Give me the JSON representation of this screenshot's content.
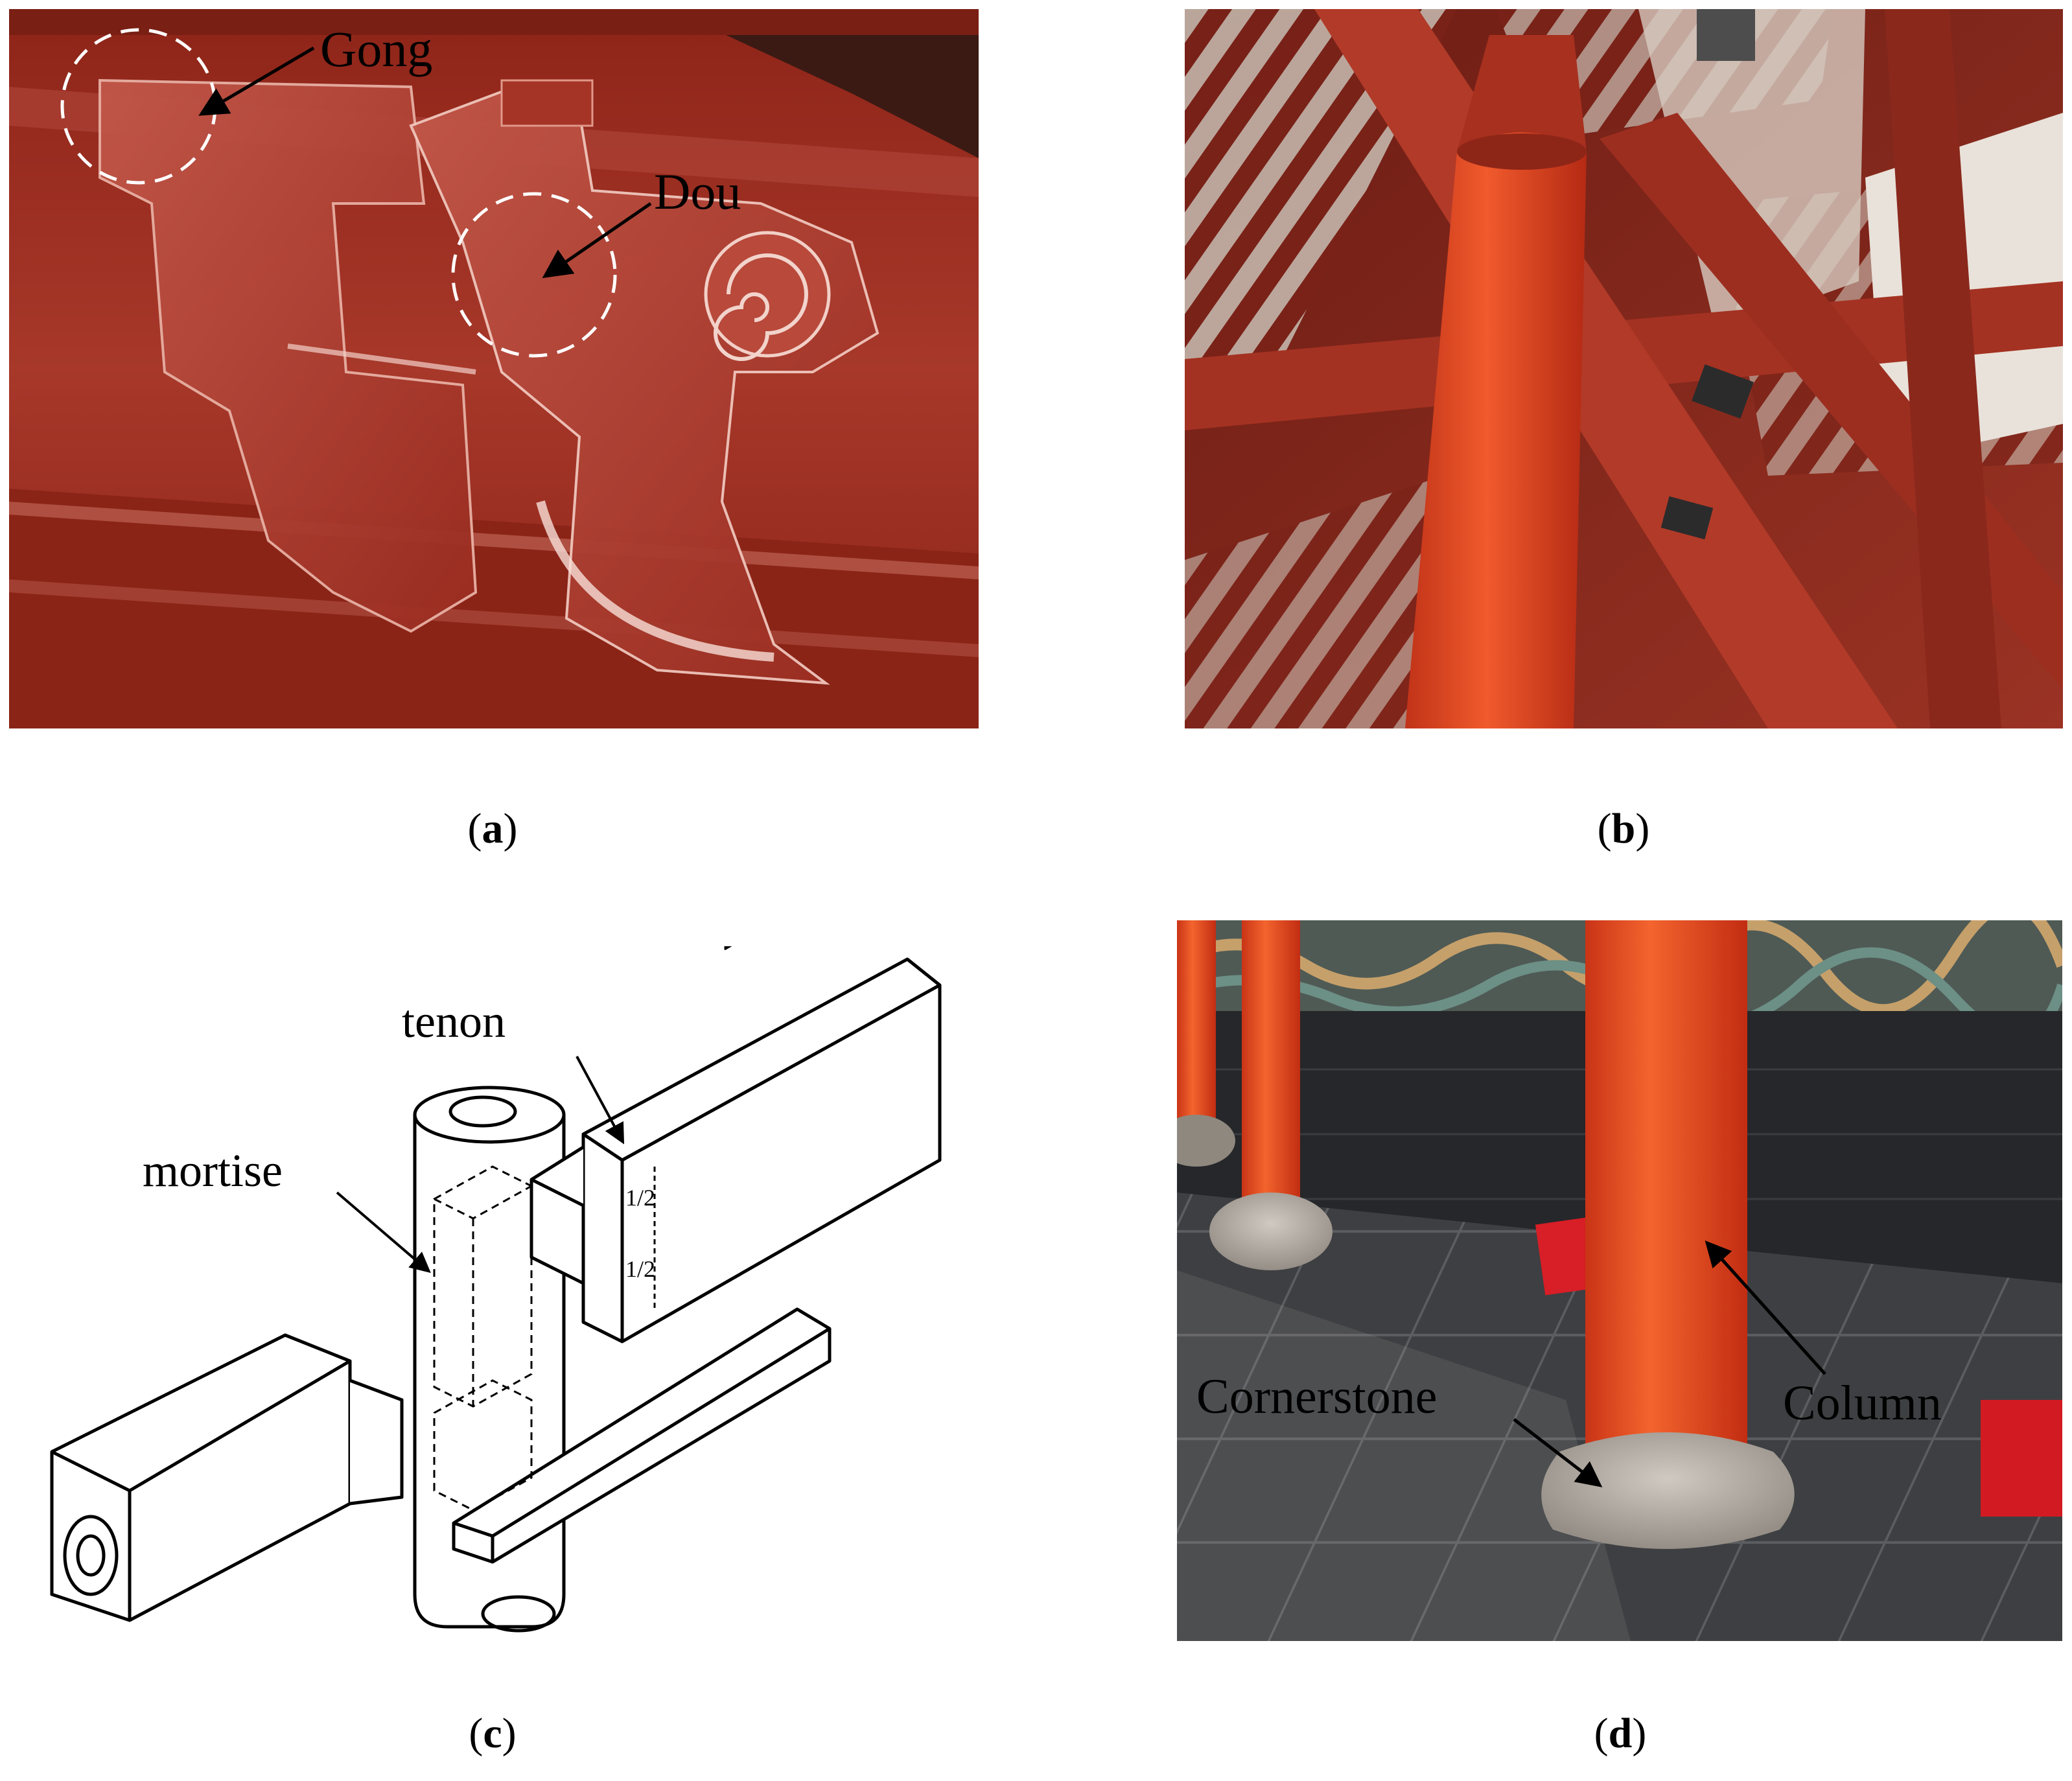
{
  "panels": {
    "a": {
      "caption_open": "(",
      "caption_letter": "a",
      "caption_close": ")",
      "label_gong": "Gong",
      "label_dou": "Dou"
    },
    "b": {
      "caption_open": "(",
      "caption_letter": "b",
      "caption_close": ")"
    },
    "c": {
      "caption_open": "(",
      "caption_letter": "c",
      "caption_close": ")",
      "label_tenon": "tenon",
      "label_mortise": "mortise",
      "label_half_1": "1/2",
      "label_half_2": "1/2"
    },
    "d": {
      "caption_open": "(",
      "caption_letter": "d",
      "caption_close": ")",
      "label_cornerstone": "Cornerstone",
      "label_column": "Column"
    }
  },
  "colors": {
    "timber_red": "#9e2b20",
    "column_orange": "#e8401c",
    "floor_dark": "#3a3a3c",
    "stone_grey": "#b9b3ab"
  }
}
